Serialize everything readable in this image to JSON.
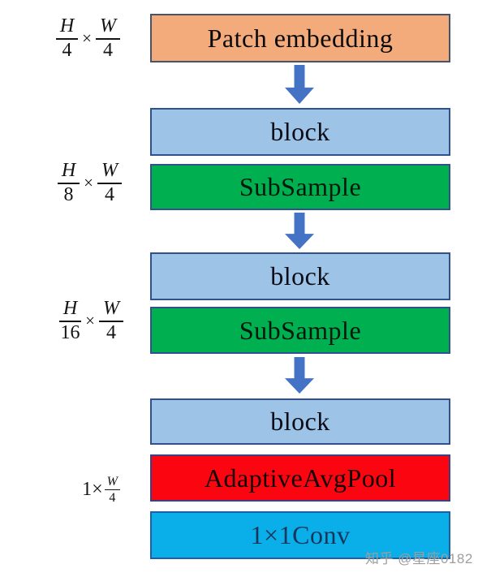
{
  "diagram": {
    "title_implicit": "PVT-style backbone stage flow",
    "nodes": [
      {
        "label": "Patch embedding",
        "fill": "#F4AB7C",
        "border": "#44546A",
        "text_color": "#0a0a0a"
      },
      {
        "label": "block",
        "fill": "#9DC3E7",
        "border": "#31518E",
        "text_color": "#0b0b16"
      },
      {
        "label": "SubSample",
        "fill": "#00B050",
        "border": "#31518E",
        "text_color": "#02180a"
      },
      {
        "label": "block",
        "fill": "#9DC3E7",
        "border": "#31518E",
        "text_color": "#0b0b16"
      },
      {
        "label": "SubSample",
        "fill": "#00B050",
        "border": "#31518E",
        "text_color": "#02180a"
      },
      {
        "label": "block",
        "fill": "#9DC3E7",
        "border": "#31518E",
        "text_color": "#0b0b16"
      },
      {
        "label": "AdaptiveAvgPool",
        "fill": "#FB0511",
        "border": "#3b3f83",
        "text_color": "#150000"
      },
      {
        "label": "1×1Conv",
        "fill": "#0AAEE9",
        "border": "#1f5fa6",
        "text_color": "#14375c"
      }
    ],
    "dim_labels": [
      {
        "f1_num": "H",
        "f1_den": "4",
        "times": "×",
        "f2_num": "W",
        "f2_den": "4"
      },
      {
        "f1_num": "H",
        "f1_den": "8",
        "times": "×",
        "f2_num": "W",
        "f2_den": "4"
      },
      {
        "f1_num": "H",
        "f1_den": "16",
        "times": "×",
        "f2_num": "W",
        "f2_den": "4"
      },
      {
        "prefix": "1×",
        "f2_num": "W",
        "f2_den": "4"
      }
    ],
    "arrow_color": "#4472C4",
    "watermark": {
      "text": "知乎 @星座0182",
      "color": "#9e9e9e"
    }
  }
}
